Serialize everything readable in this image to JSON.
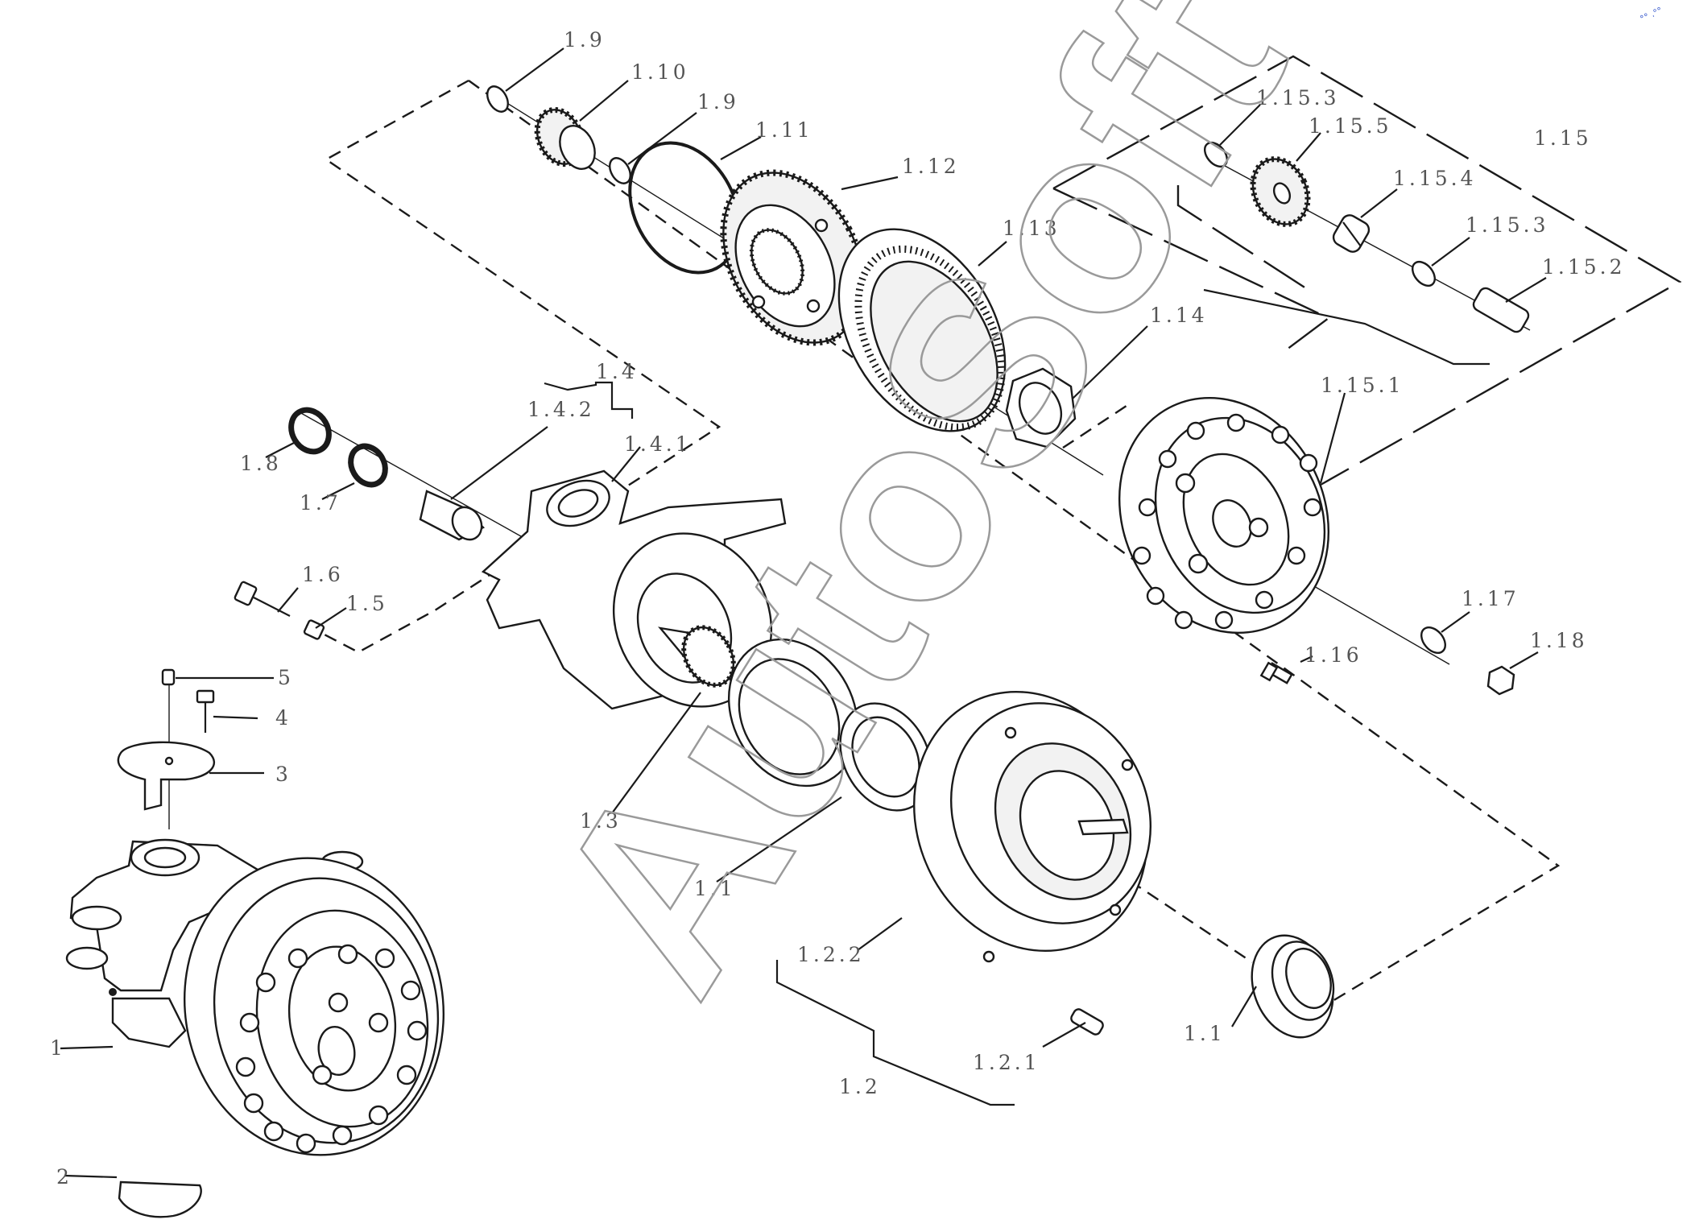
{
  "watermark": "AutoSoft",
  "corner_mark": "°° .°°",
  "labels": {
    "l_1_9a": "1.9",
    "l_1_10": "1.10",
    "l_1_9b": "1.9",
    "l_1_11": "1.11",
    "l_1_12": "1.12",
    "l_1_13": "1.13",
    "l_1_14": "1.14",
    "l_1_15": "1.15",
    "l_1_15_3a": "1.15.3",
    "l_1_15_5": "1.15.5",
    "l_1_15_4": "1.15.4",
    "l_1_15_3b": "1.15.3",
    "l_1_15_2": "1.15.2",
    "l_1_15_1": "1.15.1",
    "l_1_4": "1.4",
    "l_1_4_2": "1.4.2",
    "l_1_4_1": "1.4.1",
    "l_1_8": "1.8",
    "l_1_7": "1.7",
    "l_1_6": "1.6",
    "l_1_5": "1.5",
    "l_5": "5",
    "l_4": "4",
    "l_3": "3",
    "l_1_3": "1.3",
    "l_1_1a": "1.1",
    "l_1_2_2": "1.2.2",
    "l_1_2_1": "1.2.1",
    "l_1_2": "1.2",
    "l_1_1b": "1.1",
    "l_1_16": "1.16",
    "l_1_17": "1.17",
    "l_1_18": "1.18",
    "l_1": "1",
    "l_2": "2"
  }
}
